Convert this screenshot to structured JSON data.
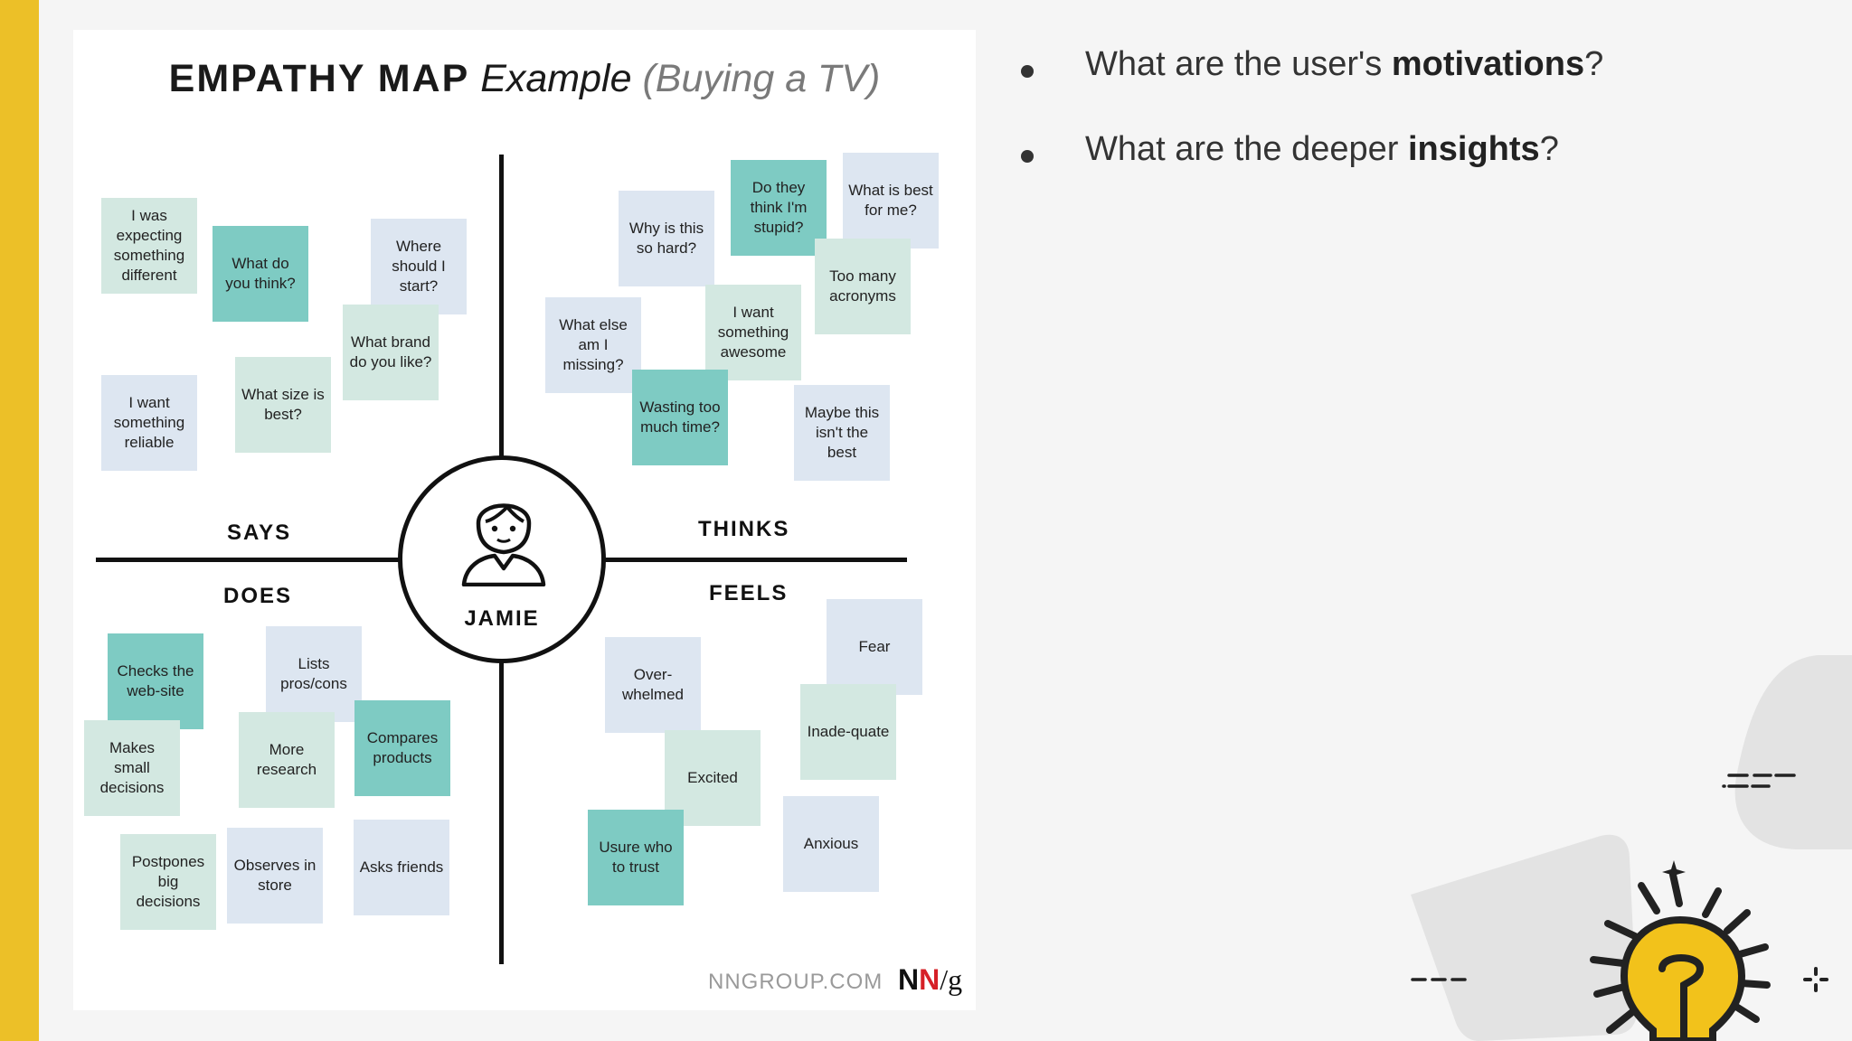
{
  "map": {
    "title_main": "EMPATHY MAP",
    "title_example": "Example",
    "title_sub": "(Buying a TV)",
    "persona_name": "JAMIE",
    "quadrants": {
      "says": "SAYS",
      "thinks": "THINKS",
      "does": "DOES",
      "feels": "FEELS"
    },
    "says_notes": [
      "I was expecting something different",
      "What do you think?",
      "Where should I start?",
      "What brand do you like?",
      "What size is best?",
      "I want something reliable"
    ],
    "thinks_notes": [
      "Do they think I'm stupid?",
      "What is best for me?",
      "Why is this so hard?",
      "Too many acronyms",
      "What else am I missing?",
      "I want something awesome",
      "Wasting too much time?",
      "Maybe this isn't the best"
    ],
    "does_notes": [
      "Checks the web-site",
      "Lists pros/cons",
      "Makes small decisions",
      "More research",
      "Compares products",
      "Postpones big decisions",
      "Observes in store",
      "Asks friends"
    ],
    "feels_notes": [
      "Fear",
      "Over-whelmed",
      "Inade-quate",
      "Excited",
      "Usure who to trust",
      "Anxious"
    ],
    "footer_site": "NNGROUP.COM",
    "logo_n1": "N",
    "logo_n2": "N",
    "logo_slash_g": "/g"
  },
  "bullets": [
    {
      "before": "What are the user's ",
      "bold": "motivations",
      "after": "?"
    },
    {
      "before": "What are the deeper ",
      "bold": "insights",
      "after": "?"
    }
  ],
  "colors": {
    "accent_bar": "#ecc028",
    "note_light_blue": "#dde6f1",
    "note_mint": "#d3e8e1",
    "note_teal": "#7ecbc3",
    "bulb_yellow": "#f2c21b"
  },
  "icons": [
    "person-icon",
    "lightbulb-icon",
    "sparkle-icon"
  ]
}
